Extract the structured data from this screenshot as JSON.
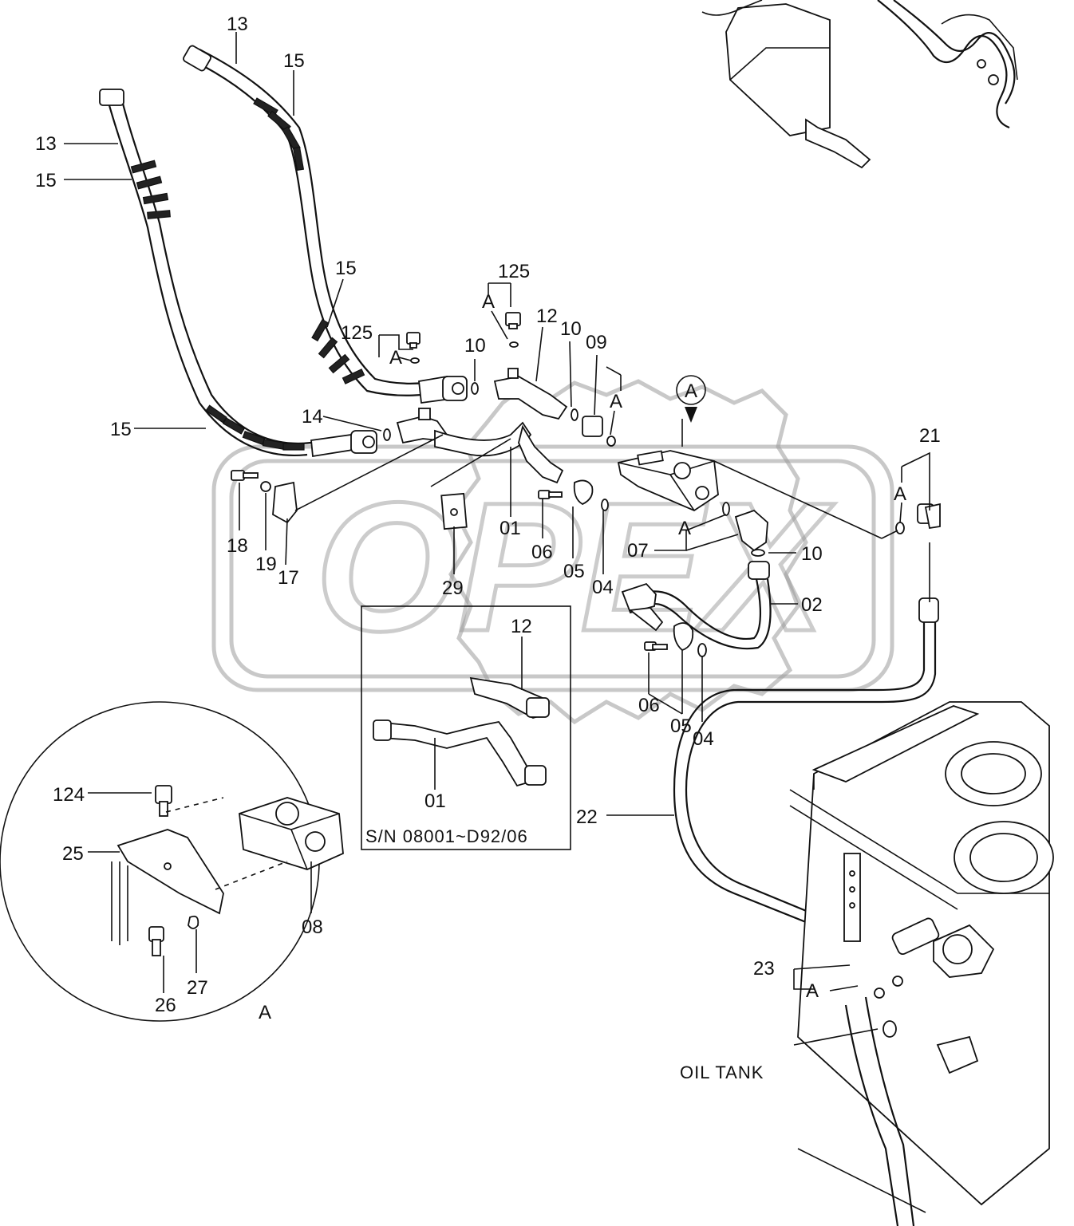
{
  "watermark": "OPEX",
  "callout_letter": "A",
  "detail_view_label": "A",
  "serial_note": "S/N 08001~D92/06",
  "oil_tank_label": "OIL TANK",
  "part_labels": {
    "p13_top": "13",
    "p15_top": "15",
    "p13_left": "13",
    "p15_left": "15",
    "p15_mid": "15",
    "p15_low": "15",
    "p125_a": "125",
    "p125_b": "125",
    "a_125a": "A",
    "a_125b": "A",
    "p10_a": "10",
    "p10_b": "10",
    "p10_c": "10",
    "p09": "09",
    "a_09": "A",
    "p12": "12",
    "p14": "14",
    "p21": "21",
    "a_21": "A",
    "p18": "18",
    "p19": "19",
    "p17": "17",
    "p29": "29",
    "p01": "01",
    "p06_a": "06",
    "p05_a": "05",
    "p04_a": "04",
    "p07": "07",
    "a_07": "A",
    "p02": "02",
    "p06_b": "06",
    "p05_b": "05",
    "p04_b": "04",
    "p12_sn": "12",
    "p01_sn": "01",
    "p22": "22",
    "p23": "23",
    "a_23": "A",
    "p124": "124",
    "p25": "25",
    "p08": "08",
    "p26": "26",
    "p27": "27"
  }
}
